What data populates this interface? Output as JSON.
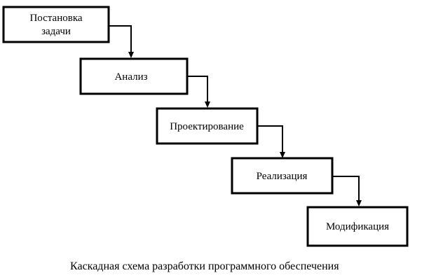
{
  "diagram": {
    "stages": [
      {
        "lines": [
          "Постановка",
          "задачи"
        ]
      },
      {
        "lines": [
          "Анализ"
        ]
      },
      {
        "lines": [
          "Проектирование"
        ]
      },
      {
        "lines": [
          "Реализация"
        ]
      },
      {
        "lines": [
          "Модификация"
        ]
      }
    ],
    "caption": "Каскадная схема разработки программного обеспечения"
  }
}
